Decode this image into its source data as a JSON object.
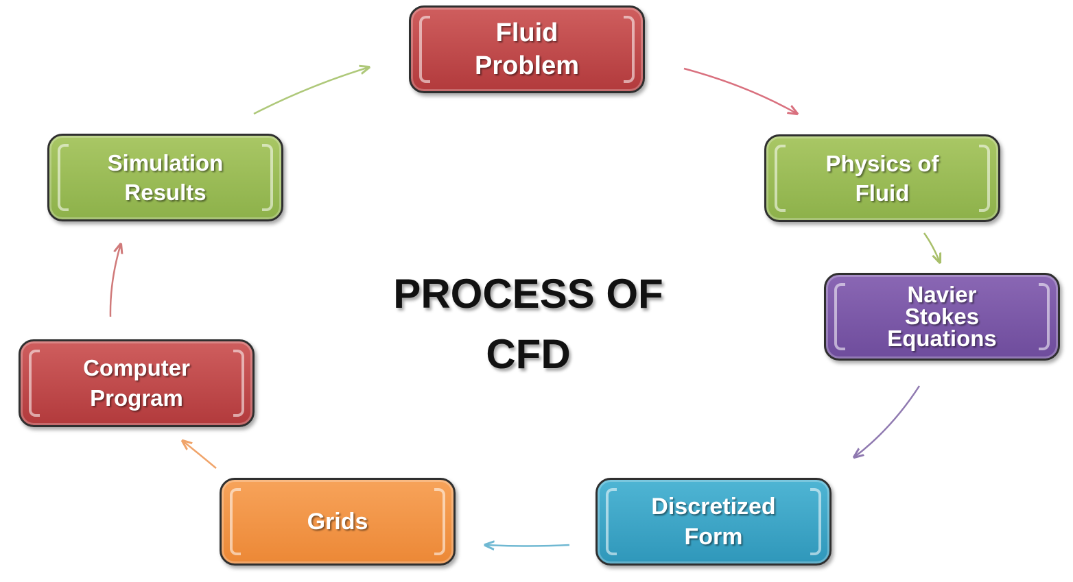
{
  "title": "PROCESS OF\nCFD",
  "nodes": [
    {
      "id": "fluid-problem",
      "label": "Fluid\nProblem",
      "color": "red"
    },
    {
      "id": "physics-of-fluid",
      "label": "Physics of\nFluid",
      "color": "green"
    },
    {
      "id": "navier-stokes-equations",
      "label": "Navier\nStokes\nEquations",
      "color": "purple"
    },
    {
      "id": "discretized-form",
      "label": "Discretized\nForm",
      "color": "teal"
    },
    {
      "id": "grids",
      "label": "Grids",
      "color": "orange"
    },
    {
      "id": "computer-program",
      "label": "Computer\nProgram",
      "color": "red"
    },
    {
      "id": "simulation-results",
      "label": "Simulation\nResults",
      "color": "green"
    }
  ],
  "edges": [
    {
      "from": "fluid-problem",
      "to": "physics-of-fluid",
      "color": "#d9707e"
    },
    {
      "from": "physics-of-fluid",
      "to": "navier-stokes-equations",
      "color": "#a8bf6a"
    },
    {
      "from": "navier-stokes-equations",
      "to": "discretized-form",
      "color": "#8f79b0"
    },
    {
      "from": "discretized-form",
      "to": "grids",
      "color": "#6fb8d2"
    },
    {
      "from": "grids",
      "to": "computer-program",
      "color": "#f0a46a"
    },
    {
      "from": "computer-program",
      "to": "simulation-results",
      "color": "#d07a7a"
    },
    {
      "from": "simulation-results",
      "to": "fluid-problem",
      "color": "#aec879"
    }
  ]
}
